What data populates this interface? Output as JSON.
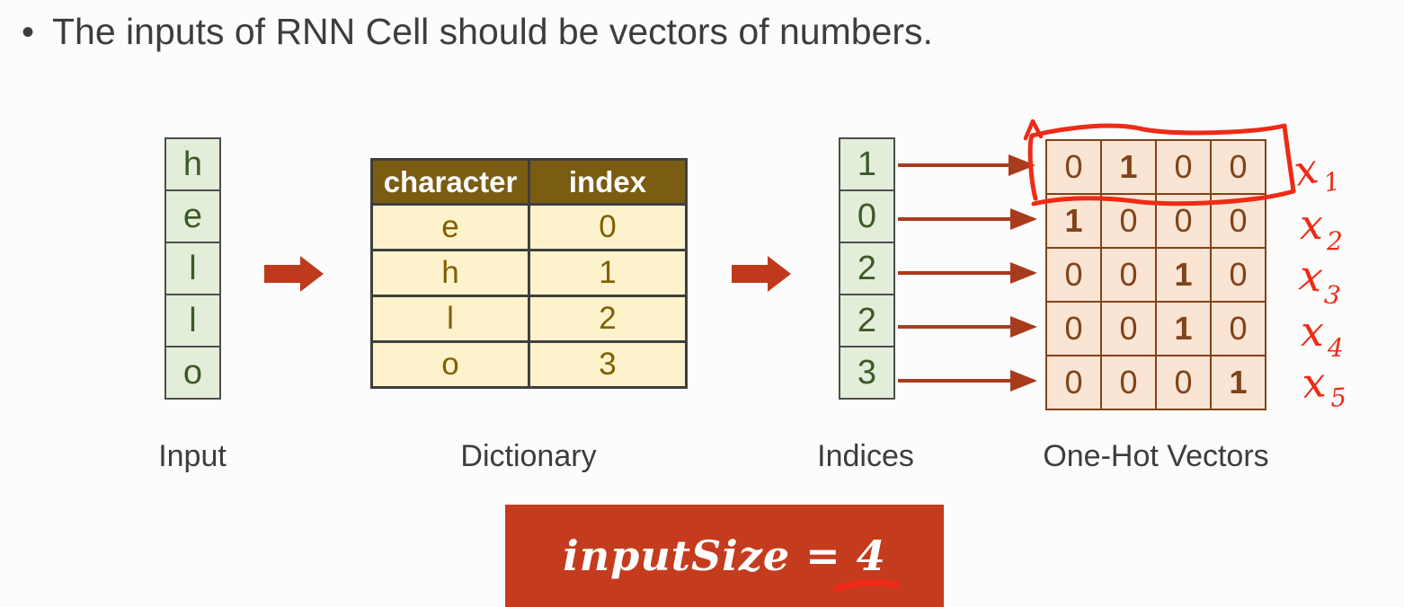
{
  "title": {
    "bullet": "•",
    "text": "The inputs of RNN Cell should be vectors of numbers."
  },
  "input_column": {
    "label": "Input",
    "cells": [
      "h",
      "e",
      "l",
      "l",
      "o"
    ]
  },
  "dictionary": {
    "label": "Dictionary",
    "headers": [
      "character",
      "index"
    ],
    "rows": [
      [
        "e",
        "0"
      ],
      [
        "h",
        "1"
      ],
      [
        "l",
        "2"
      ],
      [
        "o",
        "3"
      ]
    ]
  },
  "indices_column": {
    "label": "Indices",
    "cells": [
      "1",
      "0",
      "2",
      "2",
      "3"
    ]
  },
  "one_hot": {
    "label": "One-Hot Vectors",
    "hot_value": "1",
    "rows": [
      [
        "0",
        "1",
        "0",
        "0"
      ],
      [
        "1",
        "0",
        "0",
        "0"
      ],
      [
        "0",
        "0",
        "1",
        "0"
      ],
      [
        "0",
        "0",
        "1",
        "0"
      ],
      [
        "0",
        "0",
        "0",
        "1"
      ]
    ]
  },
  "annotations": {
    "row_labels": [
      {
        "base": "x",
        "sub": "1"
      },
      {
        "base": "x",
        "sub": "2"
      },
      {
        "base": "x",
        "sub": "3"
      },
      {
        "base": "x",
        "sub": "4"
      },
      {
        "base": "x",
        "sub": "5"
      }
    ],
    "first_row_circled": true,
    "underlined_value": "4"
  },
  "formula": {
    "name": "inputSize",
    "equals": "=",
    "value": "4"
  },
  "colors": {
    "background": "#fcfcfc",
    "title_text": "#3d3d3d",
    "green_cell_bg": "#e3eeda",
    "green_cell_border": "#4c4c4c",
    "green_cell_text": "#3c5a28",
    "dict_header_bg": "#7a5c13",
    "dict_header_text": "#ffffff",
    "dict_cell_bg": "#fdf2cc",
    "dict_cell_text": "#7f6000",
    "dict_border": "#3f3f3f",
    "onehot_cell_bg": "#fae4d3",
    "onehot_border": "#80431a",
    "onehot_text": "#80431a",
    "block_arrow": "#bf3a1d",
    "thin_arrow": "#a93b1d",
    "annotation_red": "#ee2b16",
    "formula_box_bg": "#c53b1d",
    "formula_text": "#ffffff"
  }
}
